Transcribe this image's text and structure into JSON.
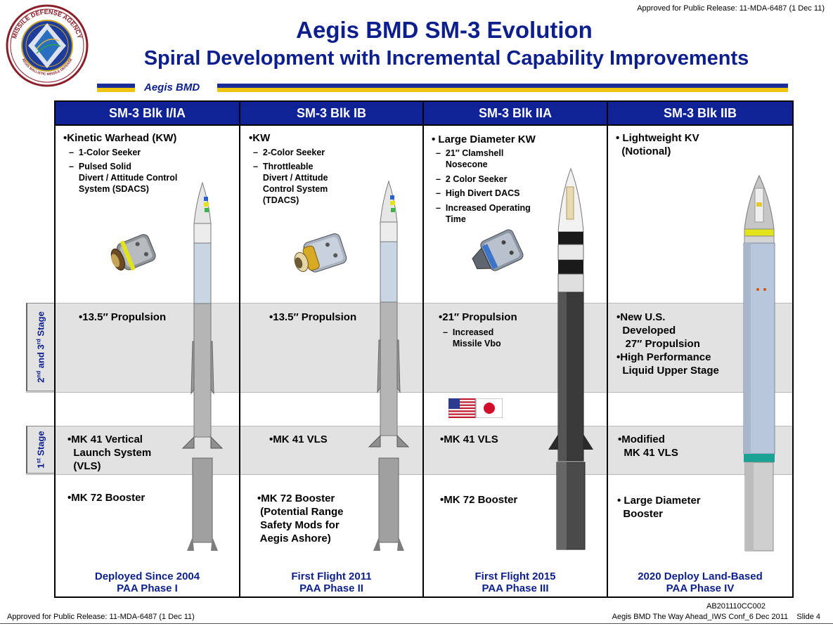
{
  "release_top": "Approved for Public Release: 11-MDA-6487 (1 Dec 11)",
  "title": "Aegis BMD SM-3 Evolution",
  "subtitle": "Spiral Development with Incremental Capability Improvements",
  "seal": {
    "ring_top": "MISSILE DEFENSE AGENCY",
    "ring_bottom": "AEGIS BALLISTIC MISSILE DEFENSE"
  },
  "banner_label": "Aegis BMD",
  "side_labels": {
    "upper": "2nd and 3rd Stage",
    "lower": "1st Stage"
  },
  "columns": [
    {
      "header": "SM-3 Blk I/IA",
      "kv": {
        "bullet": "•Kinetic Warhead (KW)",
        "subs": [
          "–  1-Color Seeker",
          "–  Pulsed Solid\n    Divert / Attitude Control\n    System (SDACS)"
        ]
      },
      "stage23": "•13.5″ Propulsion",
      "stage23_sub": "",
      "stage1": "•MK 41 Vertical\n  Launch System\n  (VLS)",
      "booster": "•MK 72 Booster",
      "footer_line1": "Deployed Since 2004",
      "footer_line2": "PAA Phase I"
    },
    {
      "header": "SM-3 Blk IB",
      "kv": {
        "bullet": "•KW",
        "subs": [
          "–  2-Color Seeker",
          "–  Throttleable\n    Divert / Attitude\n    Control System\n    (TDACS)"
        ]
      },
      "stage23": "•13.5″ Propulsion",
      "stage23_sub": "",
      "stage1": "•MK 41 VLS",
      "booster": "•MK 72 Booster\n (Potential Range\n Safety Mods for\n Aegis Ashore)",
      "footer_line1": "First Flight 2011",
      "footer_line2": "PAA Phase II"
    },
    {
      "header": "SM-3 Blk IIA",
      "kv": {
        "bullet": "• Large Diameter KW",
        "subs": [
          "–  21″ Clamshell\n    Nosecone",
          "–  2 Color Seeker",
          "–  High Divert DACS",
          "–  Increased Operating\n    Time"
        ]
      },
      "stage23": "•21″ Propulsion",
      "stage23_sub": "–  Increased\n    Missile Vbo",
      "stage1": "•MK 41 VLS",
      "booster": "•MK 72 Booster",
      "footer_line1": "First Flight 2015",
      "footer_line2": "PAA Phase III"
    },
    {
      "header": "SM-3 Blk IIB",
      "kv": {
        "bullet": "• Lightweight KV\n  (Notional)",
        "subs": []
      },
      "stage23": "•New U.S.\n  Developed\n   27″ Propulsion\n•High Performance\n  Liquid Upper Stage",
      "stage23_sub": "",
      "stage1": "•Modified\n  MK 41 VLS",
      "booster": "• Large Diameter\n  Booster",
      "footer_line1": "2020 Deploy Land-Based",
      "footer_line2": "PAA Phase IV"
    }
  ],
  "doc_code": "AB201110CC002",
  "release_bottom": "Approved for Public Release: 11-MDA-6487 (1 Dec 11)",
  "slide_info": "Aegis BMD The Way Ahead_IWS Conf_6 Dec 2011    Slide 4",
  "colors": {
    "navy": "#0f2396",
    "title_blue": "#0c1f8c",
    "band_gray": "#e2e2e2",
    "gold": "#f1c40f"
  }
}
